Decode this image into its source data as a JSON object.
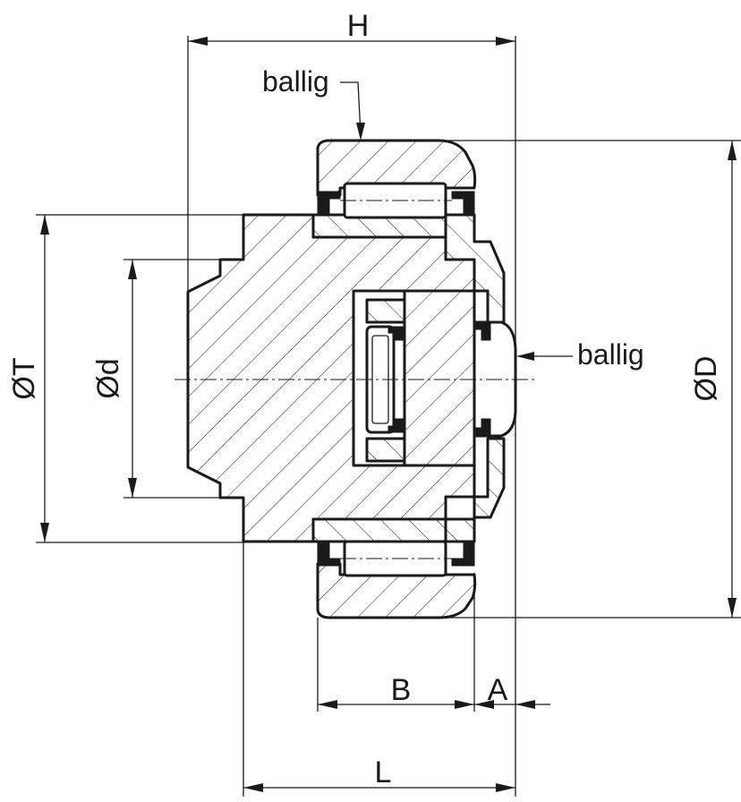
{
  "dimensions": {
    "H": "H",
    "T": "ØT",
    "d": "Ød",
    "D": "ØD",
    "B": "B",
    "A": "A",
    "L": "L"
  },
  "notes": {
    "top": "ballig",
    "right": "ballig"
  },
  "colors": {
    "line": "#1a1a1a",
    "background": "#ffffff"
  }
}
